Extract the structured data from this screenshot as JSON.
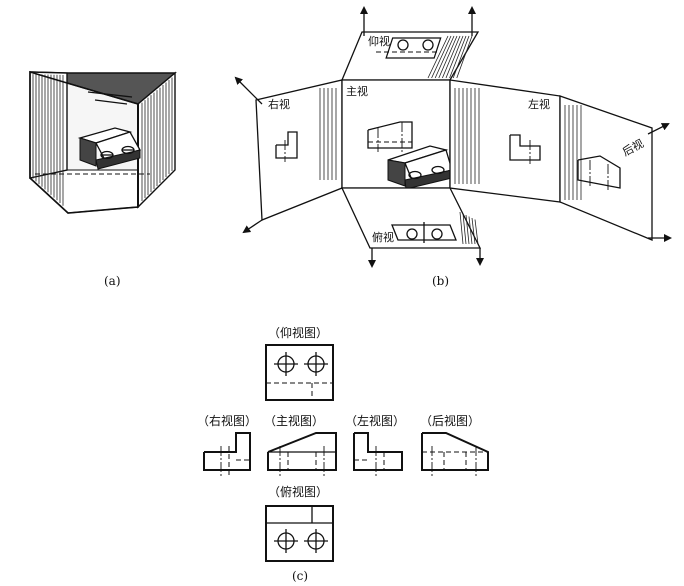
{
  "panels": {
    "a_label": "(a)",
    "b_label": "(b)",
    "c_label": "(c)"
  },
  "unfold_labels": {
    "bottom_view": "仰视",
    "right_view": "右视",
    "front_view": "主视",
    "left_view": "左视",
    "rear_view": "后视",
    "top_view": "俯视"
  },
  "projection_titles": {
    "bottom_view": "（仰视图）",
    "right_view": "（右视图）",
    "front_view": "（主视图）",
    "left_view": "（左视图）",
    "rear_view": "（后视图）",
    "top_view": "（俯视图）"
  }
}
